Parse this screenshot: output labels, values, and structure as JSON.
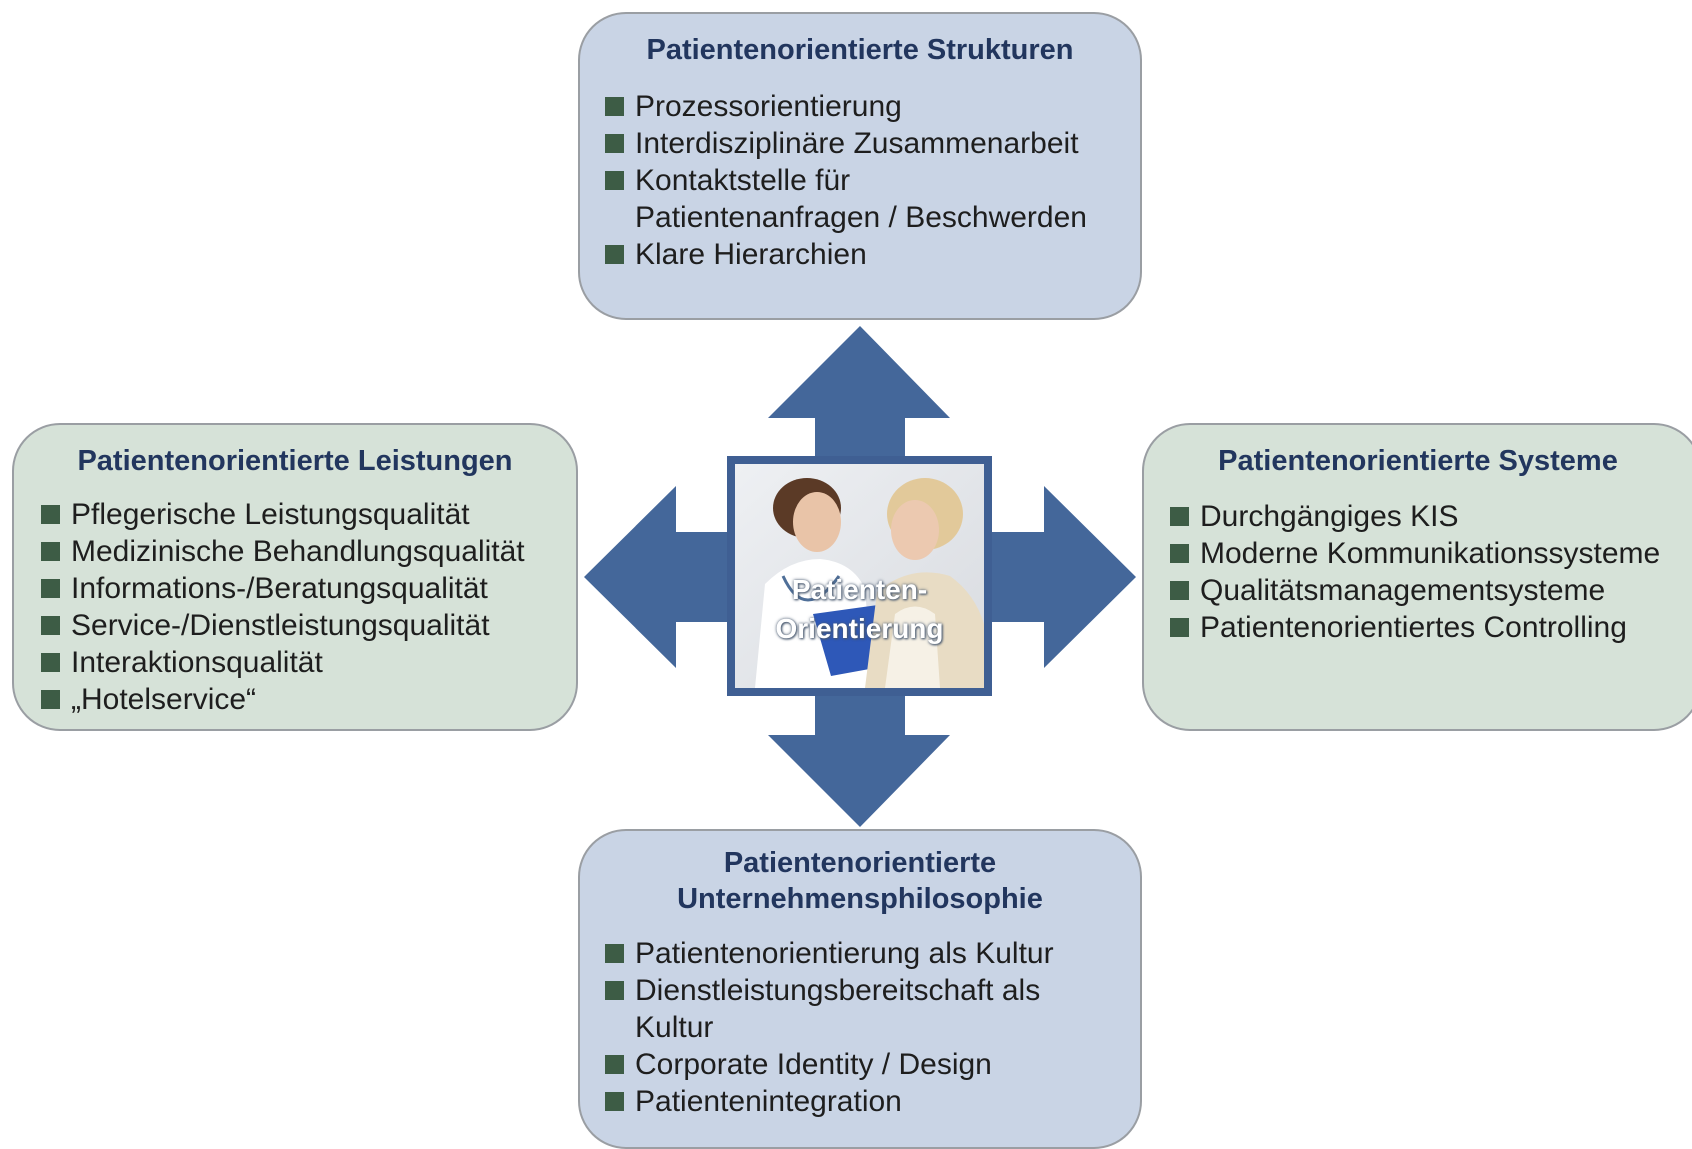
{
  "center": {
    "line1": "Patienten-",
    "line2": "Orientierung"
  },
  "colors": {
    "arrow": "#44679a",
    "box_blue": "#c9d4e5",
    "box_green": "#d6e2d8",
    "title": "#22365e",
    "bullet": "#3d5c45"
  },
  "boxes": {
    "top": {
      "title": "Patientenorientierte Strukturen",
      "items": [
        "Prozessorientierung",
        "Interdisziplinäre Zusammenarbeit",
        "Kontaktstelle für",
        "Patientenanfragen / Beschwerden",
        "Klare Hierarchien"
      ]
    },
    "left": {
      "title": "Patientenorientierte Leistungen",
      "items": [
        "Pflegerische Leistungsqualität",
        "Medizinische Behandlungsqualität",
        "Informations-/Beratungsqualität",
        "Service-/Dienstleistungsqualität",
        "Interaktionsqualität",
        "„Hotelservice“"
      ]
    },
    "right": {
      "title": "Patientenorientierte Systeme",
      "items": [
        "Durchgängiges KIS",
        "Moderne Kommunikationssysteme",
        "Qualitätsmanagementsysteme",
        "Patientenorientiertes Controlling"
      ]
    },
    "bottom": {
      "title_line1": "Patientenorientierte",
      "title_line2": "Unternehmensphilosophie",
      "items": [
        "Patientenorientierung als Kultur",
        "Dienstleistungsbereitschaft als",
        "Kultur",
        "Corporate Identity / Design",
        "Patientenintegration"
      ]
    }
  }
}
